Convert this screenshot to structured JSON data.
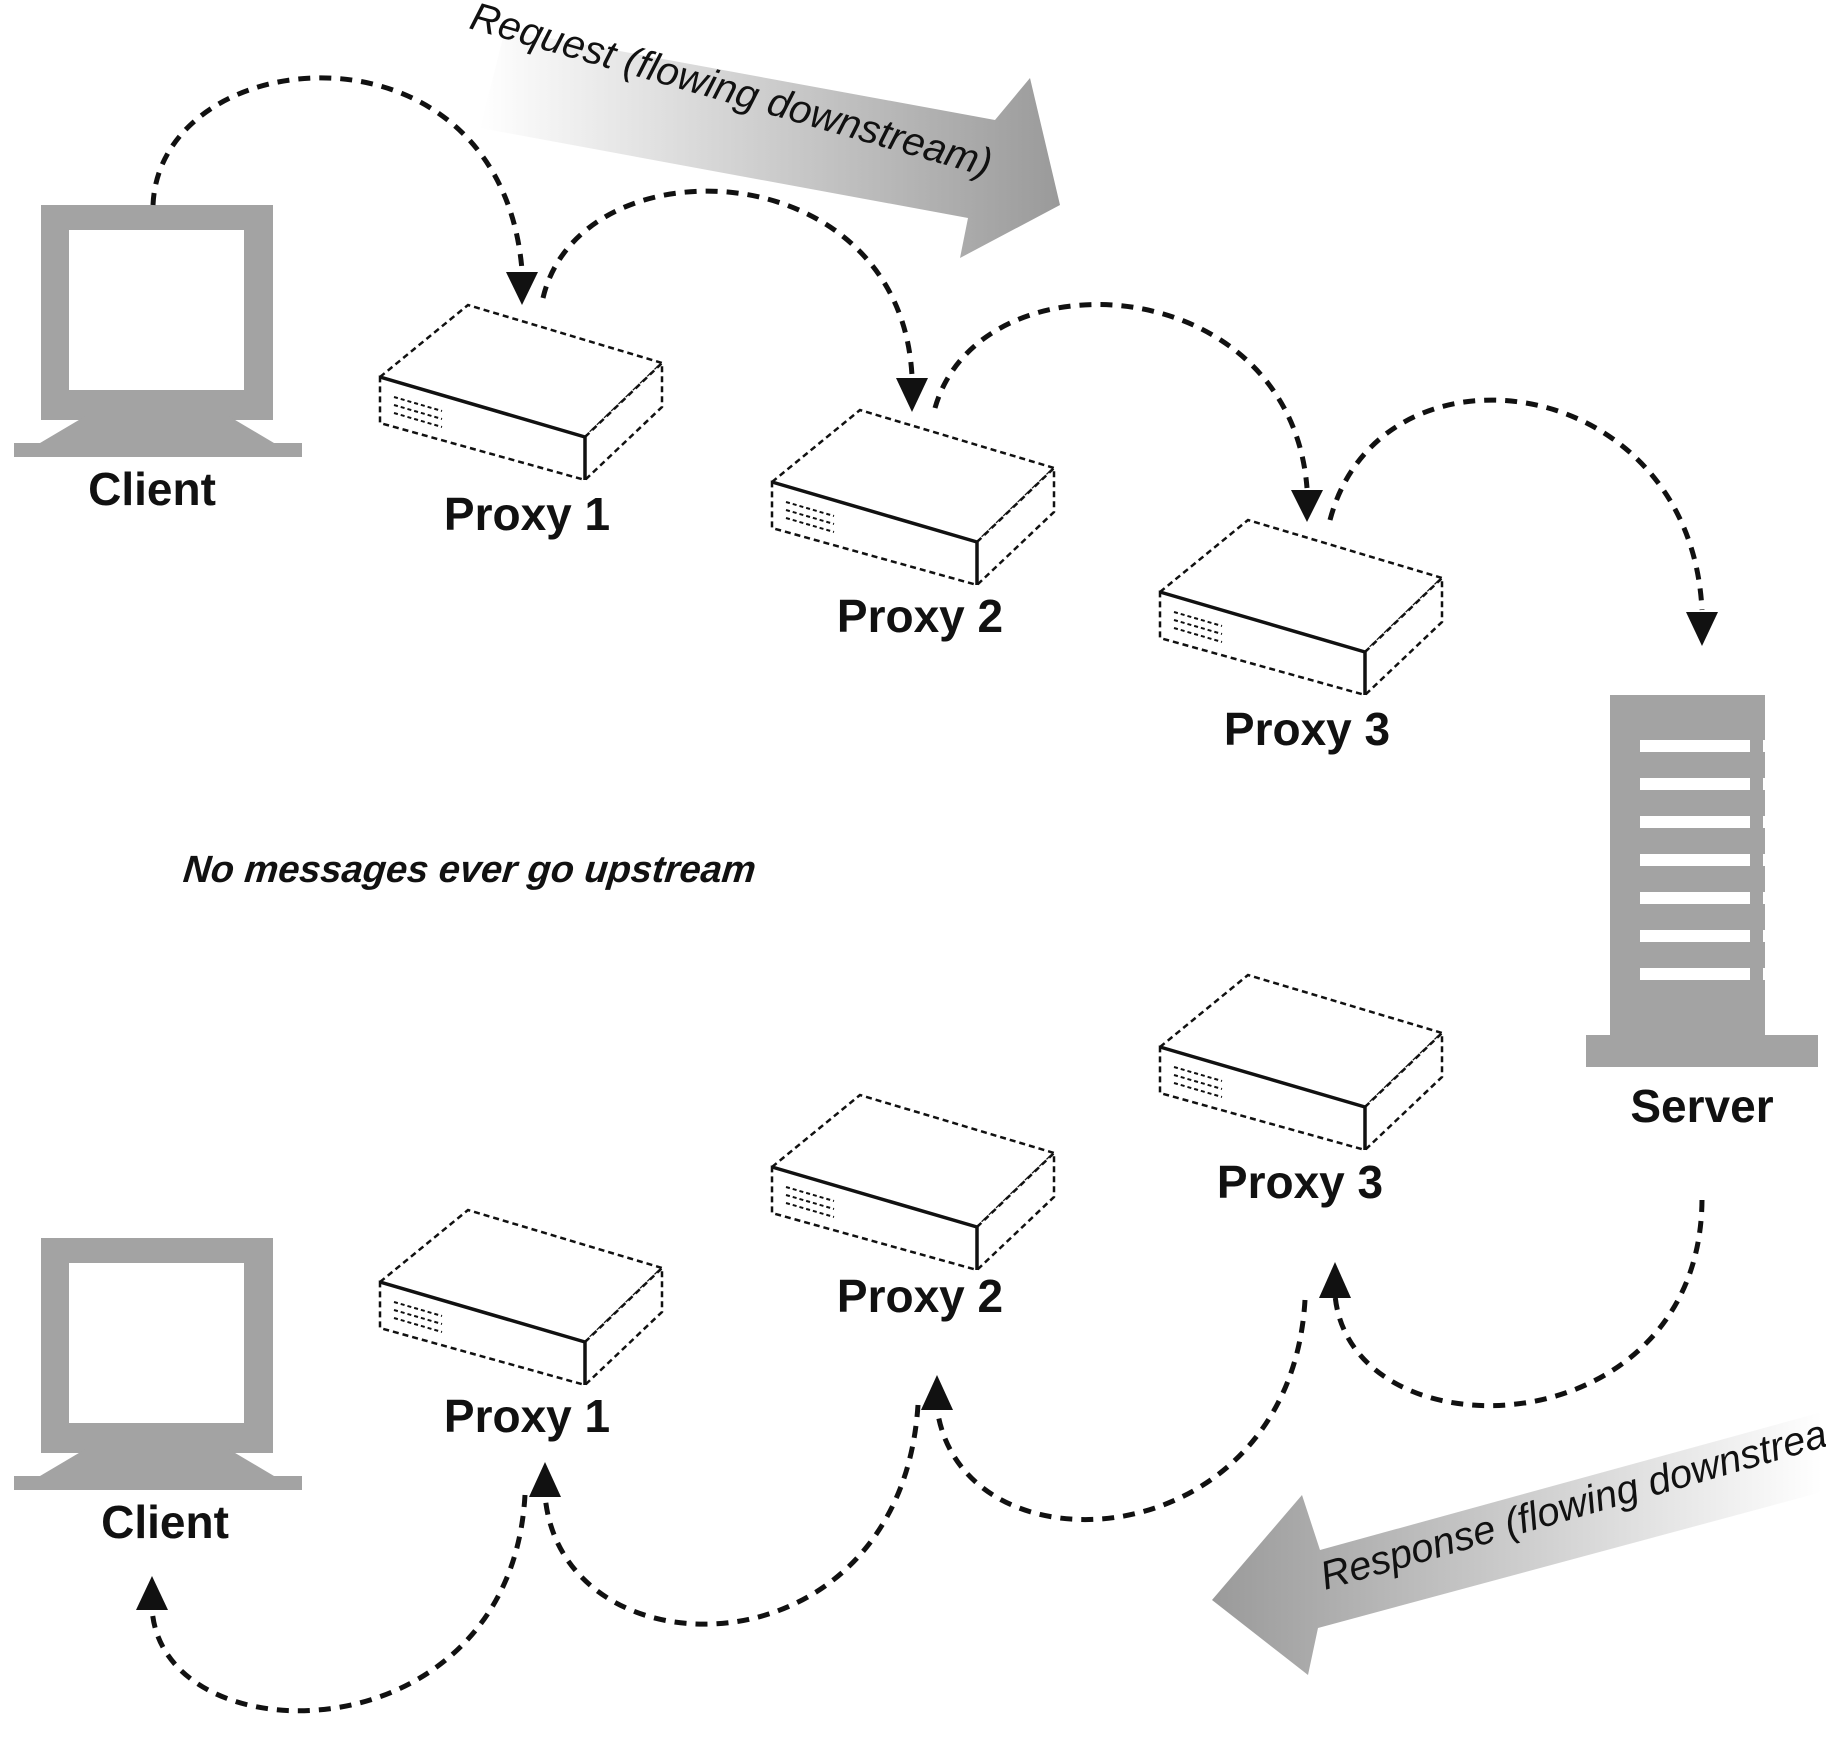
{
  "top": {
    "client_label": "Client",
    "proxy1_label": "Proxy 1",
    "proxy2_label": "Proxy 2",
    "proxy3_label": "Proxy 3",
    "request_label": "Request (flowing downstream)"
  },
  "middle": {
    "note": "No messages ever go upstream",
    "server_label": "Server"
  },
  "bottom": {
    "client_label": "Client",
    "proxy1_label": "Proxy 1",
    "proxy2_label": "Proxy 2",
    "proxy3_label": "Proxy 3",
    "response_label": "Response (flowing downstream)"
  },
  "colors": {
    "icon_gray": "#a3a3a3",
    "ink": "#111111",
    "background": "#ffffff"
  },
  "icons": [
    "computer-icon",
    "proxy-box-icon",
    "server-tower-icon",
    "flow-arrow-icon"
  ]
}
